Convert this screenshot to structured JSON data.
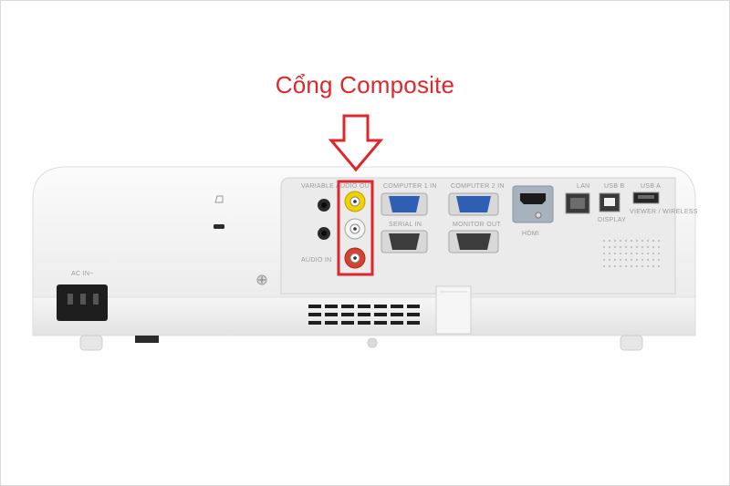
{
  "caption": {
    "text": "Cổng Composite",
    "color": "#e0262a"
  },
  "highlight": {
    "color": "#e0262a",
    "arrow_icon": "down-arrow-icon"
  },
  "ports": {
    "variable_audio_out": "VARIABLE AUDIO OUT",
    "computer1_in": "COMPUTER 1 IN",
    "computer2_in": "COMPUTER 2 IN",
    "serial_in": "SERIAL IN",
    "monitor_out": "MONITOR OUT",
    "lan": "LAN",
    "usb_b": "USB B",
    "usb_a": "USB A",
    "display": "DISPLAY",
    "viewer_wireless": "VIEWER / WIRELESS",
    "hdmi": "HDMI",
    "audio_in": "AUDIO IN",
    "ac_in": "AC IN~"
  },
  "colors": {
    "body": "#f4f4f4",
    "panel": "#e9e9e9",
    "vga_blue": "#2f5fb5",
    "rca_yellow": "#e8c800",
    "rca_white": "#eeeeee",
    "rca_red": "#d23a2a"
  }
}
